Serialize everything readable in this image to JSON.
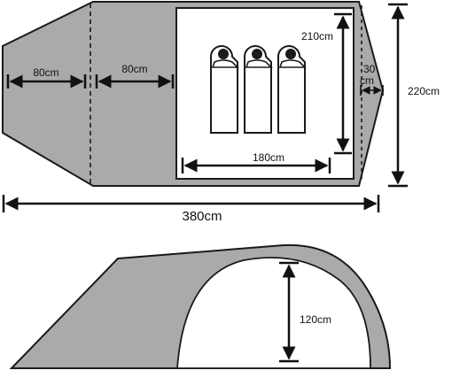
{
  "top_view": {
    "vestibule_left_width": "80cm",
    "vestibule_mid_width": "80cm",
    "inner_length": "210cm",
    "inner_width": "180cm",
    "rear_gap": "30\ncm",
    "total_width": "220cm",
    "total_length": "380cm"
  },
  "side_view": {
    "height": "120cm"
  },
  "colors": {
    "fabric": "#a9aba9",
    "outline": "#1a1a1a",
    "inner": "#ffffff"
  },
  "sleeping_bags": 3
}
